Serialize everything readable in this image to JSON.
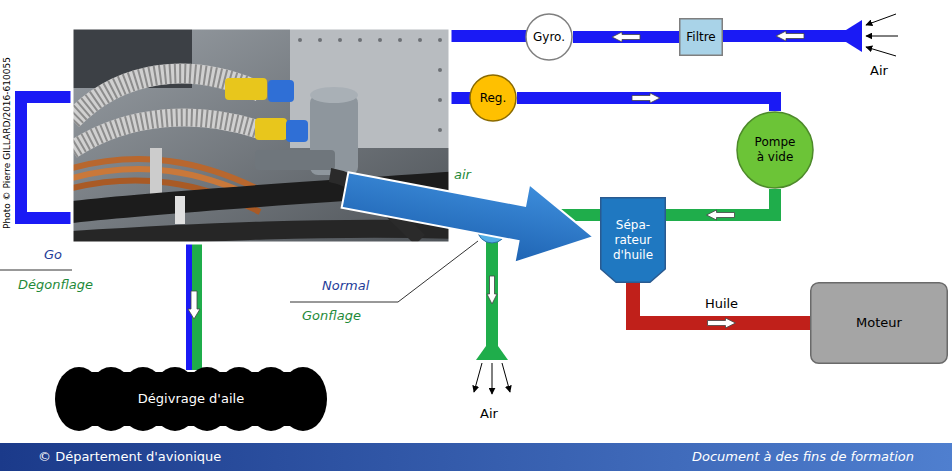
{
  "diagram": {
    "nodes": [
      {
        "text": [
          "Gyro."
        ]
      },
      {
        "text": [
          "Filtre"
        ]
      },
      {
        "text": [
          "Reg."
        ]
      },
      {
        "text": [
          "Pompe à vide"
        ]
      },
      {
        "text": [
          "Sépa- rateur d'huile"
        ]
      },
      {
        "text": [
          "Moteur"
        ]
      },
      {
        "text": [
          "Dégivrage d'aile"
        ]
      }
    ],
    "edges": [
      {
        "from": 1,
        "to": 0,
        "arrow": "to"
      },
      {
        "from": 2,
        "to": 3,
        "arrow": "to"
      },
      {
        "from": 3,
        "to": 4,
        "arrow": "to"
      },
      {
        "from": 4,
        "to": 5,
        "label": "Huile",
        "arrow": "to"
      }
    ],
    "labels": [
      "Photo © Pierre GILLARD/2016-610055",
      "Air",
      "air",
      "Go",
      "Dégonflage",
      "Normal",
      "Gonflage",
      "Air",
      "© Département d'avionique",
      "Document à des fins de formation"
    ]
  }
}
